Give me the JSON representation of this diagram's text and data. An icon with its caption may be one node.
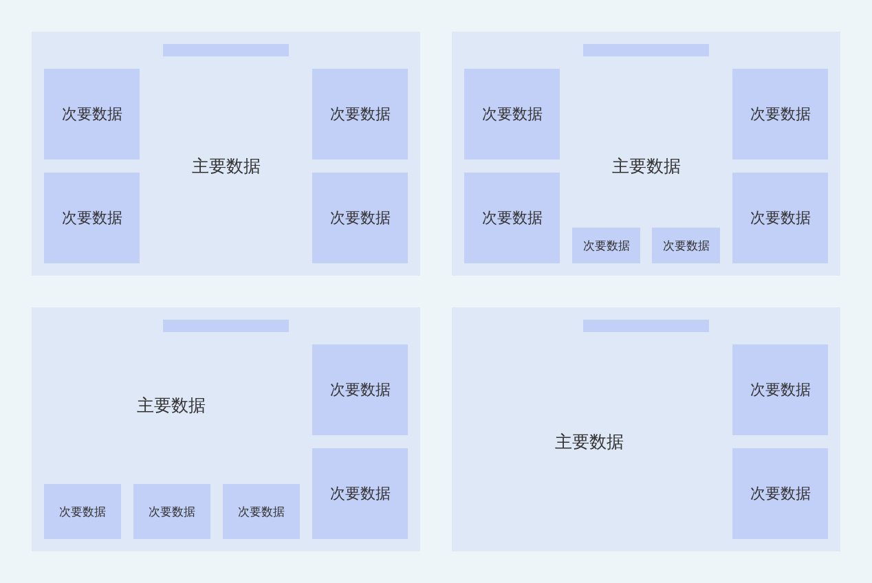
{
  "diagram": {
    "nodes": [
      {
        "text": [
          "主要数据"
        ]
      },
      {
        "text": [],
        "shape": "bar",
        "in": 0
      },
      {
        "text": [
          "次要数据"
        ],
        "in": 0
      },
      {
        "text": [
          "次要数据"
        ],
        "in": 0
      },
      {
        "text": [
          "次要数据"
        ],
        "in": 0
      },
      {
        "text": [
          "次要数据"
        ],
        "in": 0
      },
      {
        "text": [
          "主要数据"
        ]
      },
      {
        "text": [],
        "shape": "bar",
        "in": 6
      },
      {
        "text": [
          "次要数据"
        ],
        "in": 6
      },
      {
        "text": [
          "次要数据"
        ],
        "in": 6
      },
      {
        "text": [
          "次要数据"
        ],
        "in": 6
      },
      {
        "text": [
          "次要数据"
        ],
        "in": 6
      },
      {
        "text": [
          "次要数据"
        ],
        "in": 6
      },
      {
        "text": [
          "次要数据"
        ],
        "in": 6
      },
      {
        "text": [
          "主要数据"
        ]
      },
      {
        "text": [],
        "shape": "bar",
        "in": 14
      },
      {
        "text": [
          "次要数据"
        ],
        "in": 14
      },
      {
        "text": [
          "次要数据"
        ],
        "in": 14
      },
      {
        "text": [
          "次要数据"
        ],
        "in": 14
      },
      {
        "text": [
          "次要数据"
        ],
        "in": 14
      },
      {
        "text": [
          "次要数据"
        ],
        "in": 14
      },
      {
        "text": [
          "主要数据"
        ]
      },
      {
        "text": [],
        "shape": "bar",
        "in": 21
      },
      {
        "text": [
          "次要数据"
        ],
        "in": 21
      },
      {
        "text": [
          "次要数据"
        ],
        "in": 21
      }
    ]
  }
}
